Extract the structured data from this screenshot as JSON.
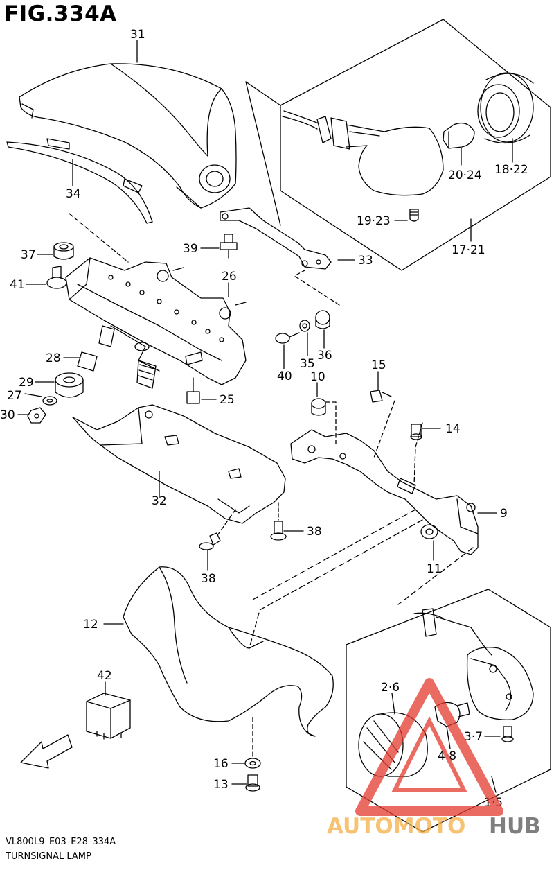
{
  "figure": {
    "title": "FIG.334A",
    "code": "VL800L9_E03_E28_334A",
    "caption": "TURNSIGNAL LAMP"
  },
  "callouts": {
    "c31": "31",
    "c34": "34",
    "c37": "37",
    "c41": "41",
    "c39": "39",
    "c26": "26",
    "c33": "33",
    "c28": "28",
    "c29": "29",
    "c27": "27",
    "c30": "30",
    "c25": "25",
    "c40": "40",
    "c35": "35",
    "c36": "36",
    "c10": "10",
    "c15": "15",
    "c14": "14",
    "c32": "32",
    "c38a": "38",
    "c38b": "38",
    "c9": "9",
    "c11": "11",
    "c12": "12",
    "c42": "42",
    "c16": "16",
    "c13": "13",
    "c19_23": "19·23",
    "c17_21": "17·21",
    "c20_24": "20·24",
    "c18_22": "18·22",
    "c2_6": "2·6",
    "c3_7": "3·7",
    "c4_8": "4·8",
    "c1_5": "1·5"
  },
  "arrow_label": "FWD",
  "watermark": {
    "part1": "AUTOMOTO",
    "part2": "HUB",
    "color1": "#f5b043",
    "color2": "#555555",
    "mark_color": "#e23a2e"
  }
}
